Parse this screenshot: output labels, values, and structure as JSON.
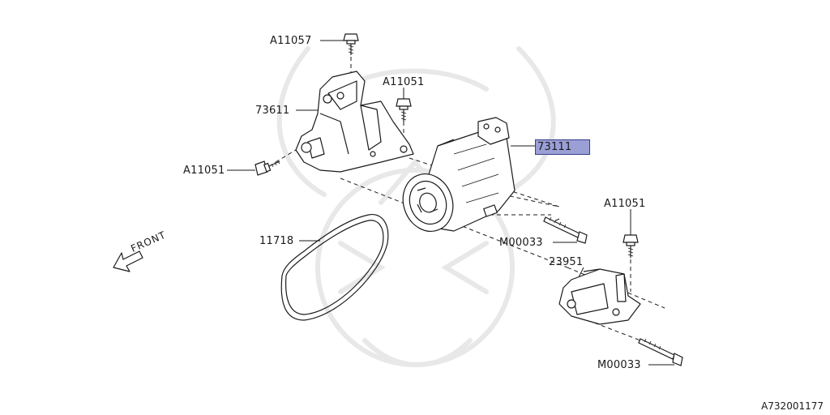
{
  "diagram_id": "A732001177",
  "direction_label": "FRONT",
  "colors": {
    "highlight_fill": "#9a9fd6",
    "highlight_border": "#3a3f8a",
    "line": "#1a1a1a",
    "watermark": "#e6e6e6"
  },
  "callouts": [
    {
      "part": "A11057",
      "highlighted": false
    },
    {
      "part": "A11051",
      "highlighted": false
    },
    {
      "part": "73611",
      "highlighted": false
    },
    {
      "part": "73111",
      "highlighted": true
    },
    {
      "part": "A11051",
      "highlighted": false
    },
    {
      "part": "A11051",
      "highlighted": false
    },
    {
      "part": "11718",
      "highlighted": false
    },
    {
      "part": "M00033",
      "highlighted": false
    },
    {
      "part": "23951",
      "highlighted": false
    },
    {
      "part": "M00033",
      "highlighted": false
    }
  ]
}
